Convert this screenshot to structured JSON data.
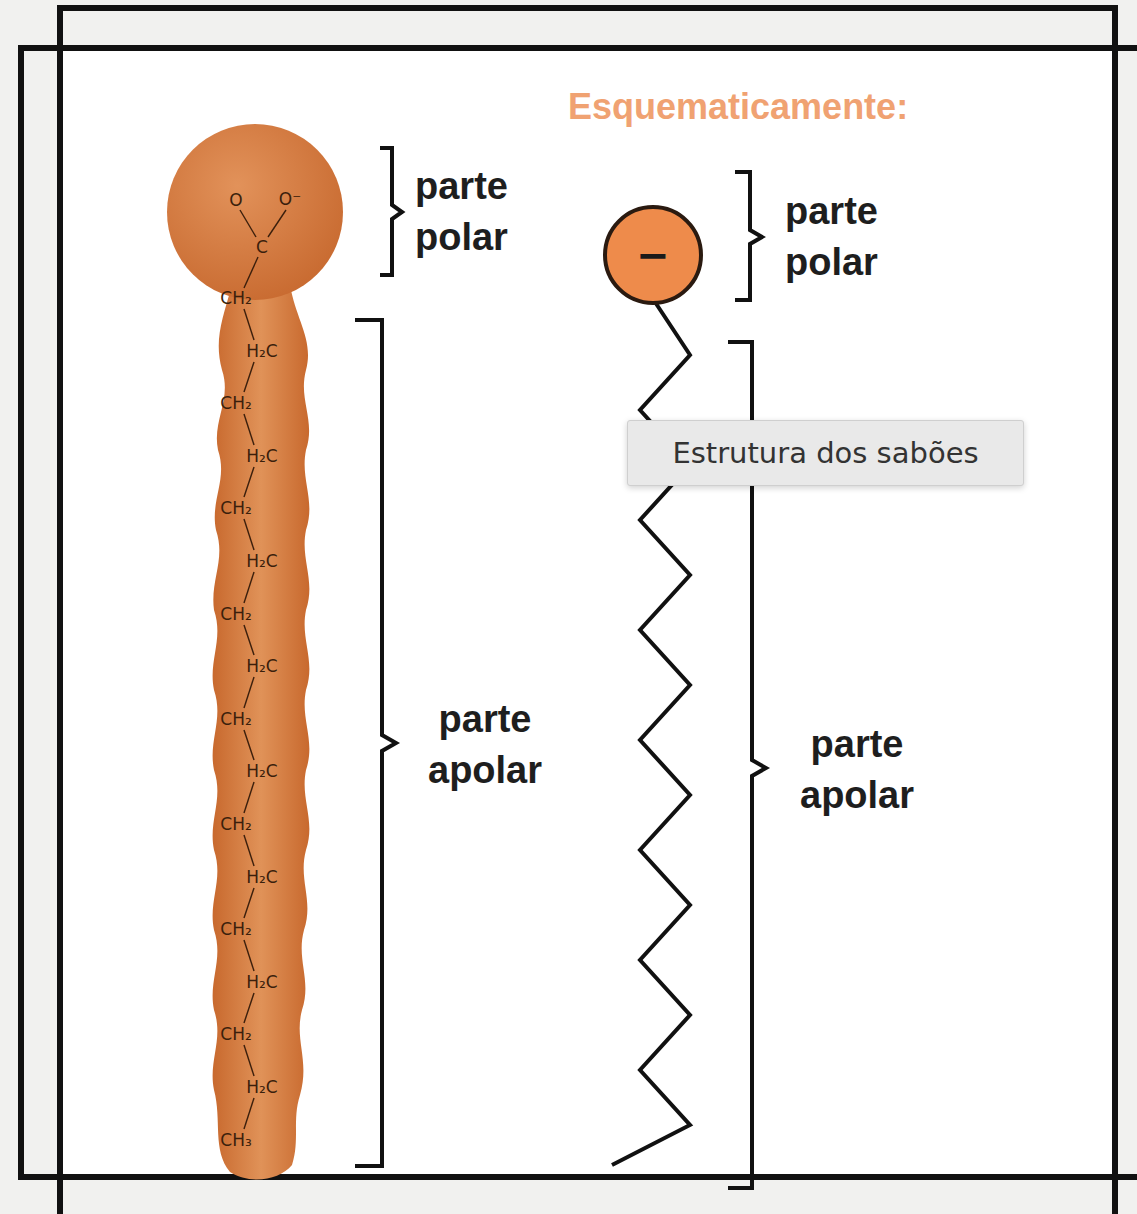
{
  "diagram": {
    "title": "Esquematicamente:",
    "nodes": [
      {
        "text": [
          "−"
        ]
      },
      {
        "text": [
          "Estrutura dos sabões"
        ]
      }
    ],
    "labels": [
      "O",
      "O⁻",
      "C",
      "CH₂",
      "H₂C",
      "CH₂",
      "H₂C",
      "CH₂",
      "H₂C",
      "CH₂",
      "H₂C",
      "CH₂",
      "H₂C",
      "CH₂",
      "H₂C",
      "CH₂",
      "H₂C",
      "CH₂",
      "H₂C",
      "CH₃",
      "parte polar",
      "parte apolar",
      "parte polar",
      "parte apolar"
    ]
  }
}
